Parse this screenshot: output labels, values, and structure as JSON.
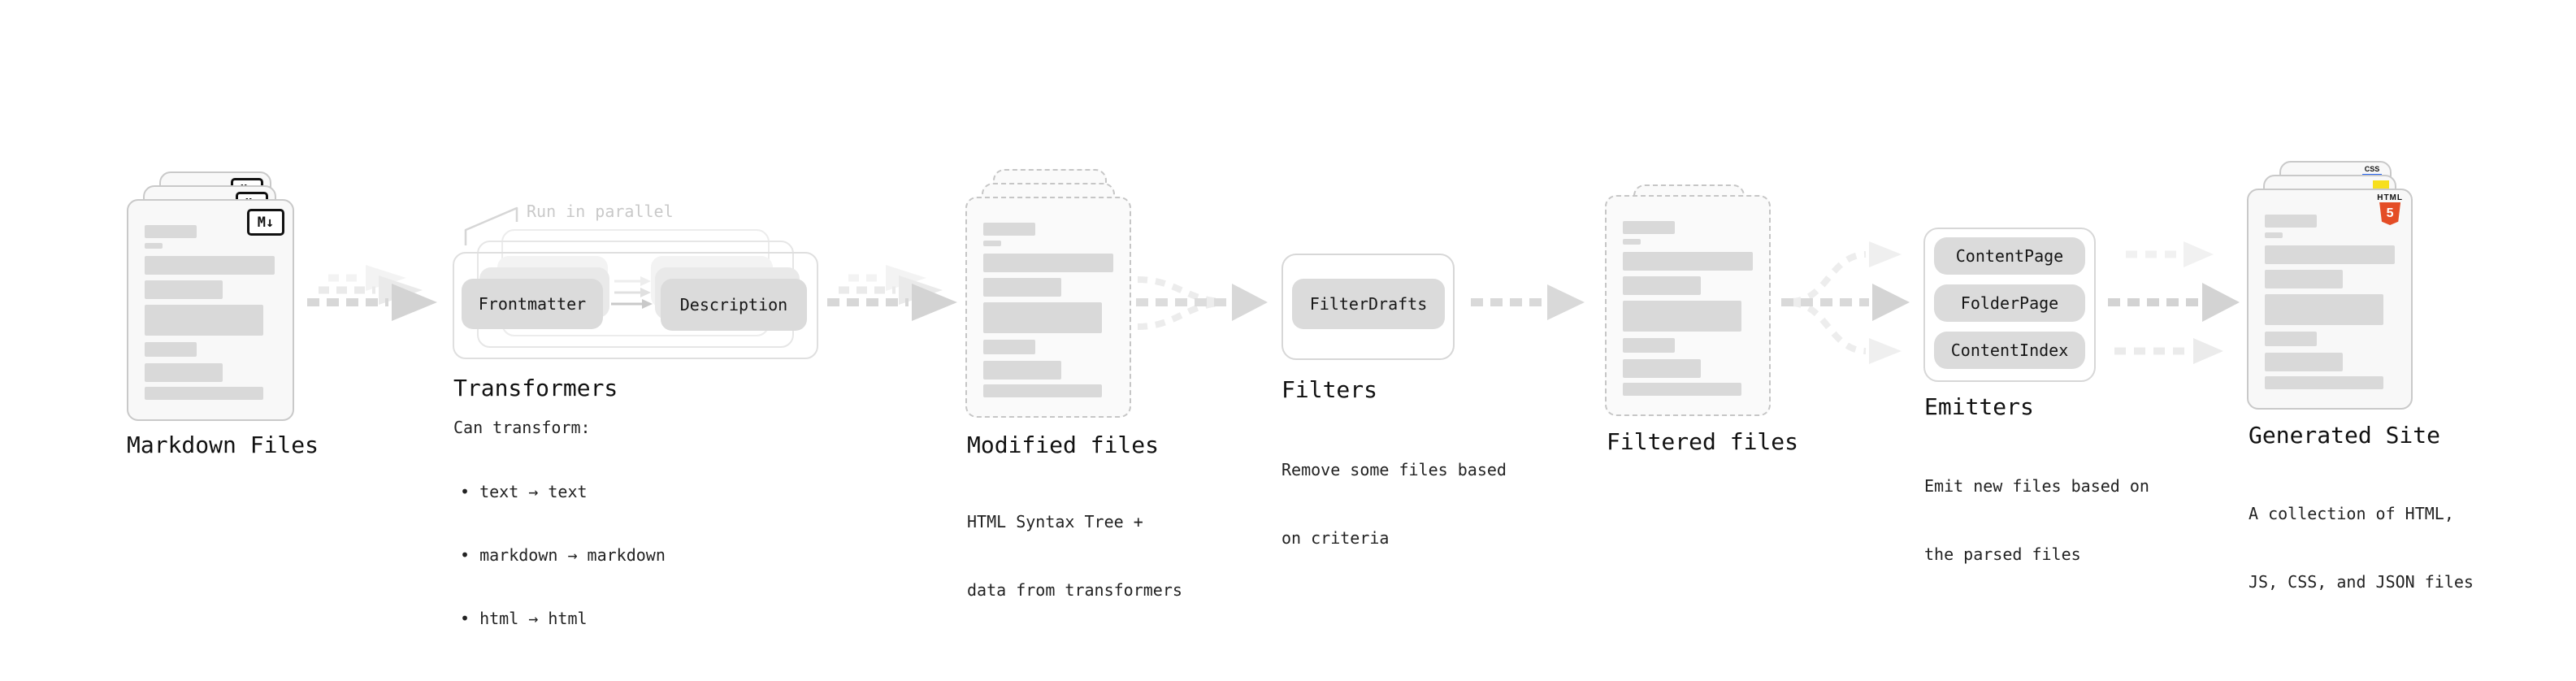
{
  "diagram": {
    "markdown_files": {
      "label": "Markdown Files",
      "file_icon": "M↓"
    },
    "transformers": {
      "label": "Transformers",
      "annotation": "Run in parallel",
      "left_pill": "Frontmatter",
      "right_pill": "Description",
      "description_heading": "Can transform:",
      "bullets": [
        "• text → text",
        "• markdown → markdown",
        "• html → html"
      ]
    },
    "modified_files": {
      "label": "Modified files",
      "description": [
        "HTML Syntax Tree +",
        "data from transformers"
      ]
    },
    "filters": {
      "label": "Filters",
      "pill": "FilterDrafts",
      "description": [
        "Remove some files based",
        "on criteria"
      ]
    },
    "filtered_files": {
      "label": "Filtered files"
    },
    "emitters": {
      "label": "Emitters",
      "pills": [
        "ContentPage",
        "FolderPage",
        "ContentIndex"
      ],
      "description": [
        "Emit new files based on",
        "the parsed files"
      ]
    },
    "generated_site": {
      "label": "Generated Site",
      "description": [
        "A collection of HTML,",
        "JS, CSS, and JSON files"
      ],
      "html_badge": {
        "text": "HTML",
        "number": "5"
      },
      "css_badge": {
        "text": "CSS"
      }
    }
  },
  "colors": {
    "html5_orange": "#e44d26",
    "js_yellow": "#f7df1e",
    "css_blue": "#2965f1",
    "card_border": "#c9c9c9",
    "bar_gray": "#d9d9d9",
    "pill_gray": "#dbdbdb",
    "arrow_gray": "#d3d3d3",
    "annotation_gray": "#c9c9c9",
    "text_dark": "#161616"
  }
}
